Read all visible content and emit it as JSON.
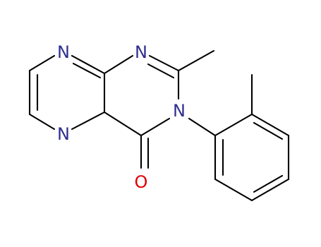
{
  "molecule": {
    "atoms": [
      {
        "id": "n_top_left",
        "symbol": "N",
        "color": "#2E2E8F"
      },
      {
        "id": "n_top_right",
        "symbol": "N",
        "color": "#2E2E8F"
      },
      {
        "id": "n_bottom_left",
        "symbol": "N",
        "color": "#2E2E8F"
      },
      {
        "id": "n_amide",
        "symbol": "N",
        "color": "#2E2E8F"
      },
      {
        "id": "o_carbonyl",
        "symbol": "O",
        "color": "#E00000"
      }
    ],
    "colors": {
      "bond": "#000000",
      "nitrogen": "#2E2E8F",
      "oxygen": "#E00000",
      "background": "#FFFFFF"
    }
  }
}
